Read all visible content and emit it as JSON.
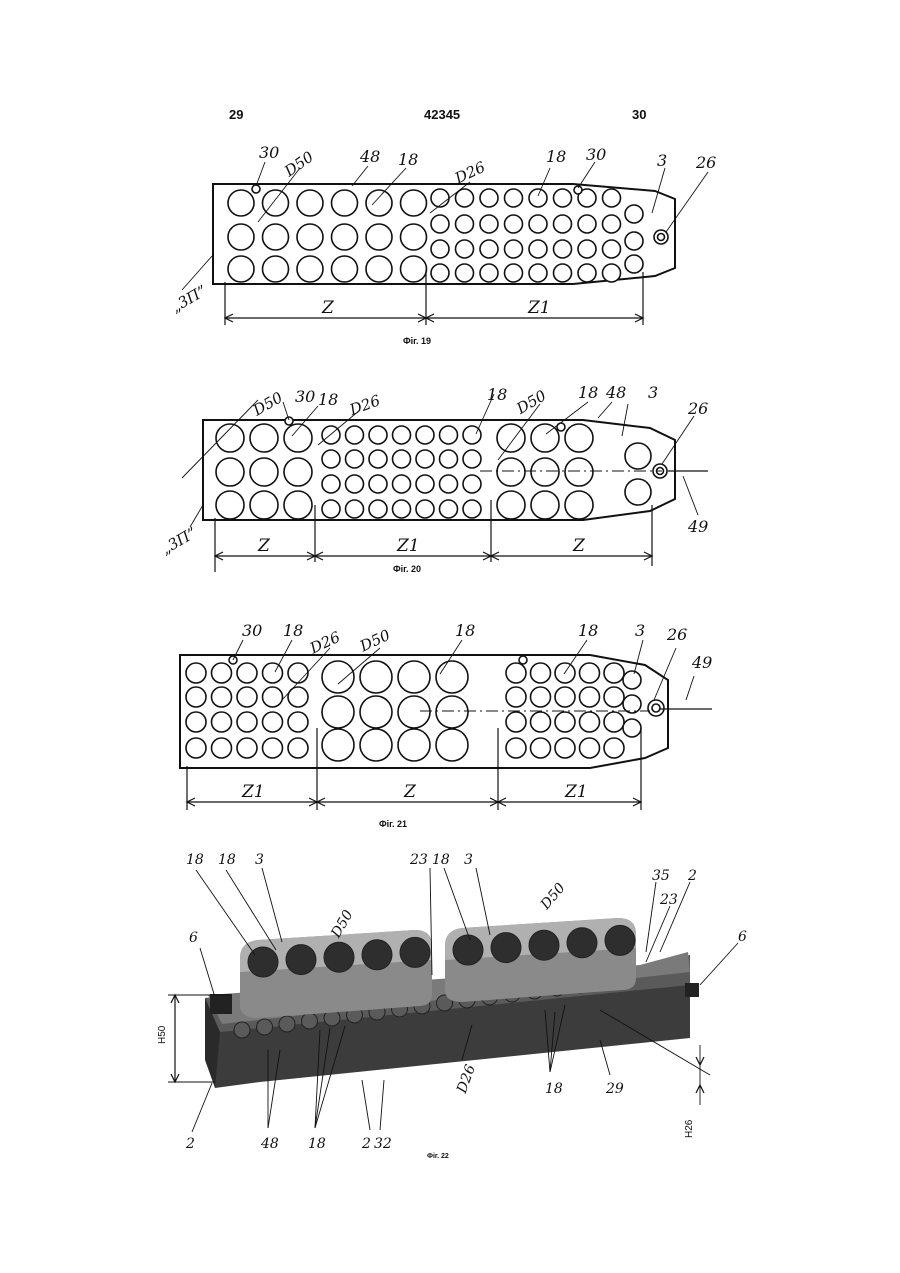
{
  "header": {
    "left": "29",
    "center": "42345",
    "right": "30"
  },
  "figures": [
    {
      "caption": "Фіг. 19",
      "labels": {
        "l30a": "30",
        "d50": "D50",
        "l48": "48",
        "l18a": "18",
        "d26": "D26",
        "l18b": "18",
        "l30b": "30",
        "l3": "3",
        "l26": "26",
        "l3p": "„3П”",
        "z": "Z",
        "z1": "Z1"
      }
    },
    {
      "caption": "Фіг. 20",
      "labels": {
        "d50a": "D50",
        "l30": "30",
        "l18a": "18",
        "d26": "D26",
        "l18b": "18",
        "d50b": "D50",
        "l18c": "18",
        "l48": "48",
        "l3": "3",
        "l26": "26",
        "l49": "49",
        "l3p": "„3П”",
        "z": "Z",
        "z1": "Z1",
        "z2": "Z"
      }
    },
    {
      "caption": "Фіг. 21",
      "labels": {
        "l30": "30",
        "l18a": "18",
        "d26": "D26",
        "d50": "D50",
        "l18b": "18",
        "l18c": "18",
        "l3": "3",
        "l26": "26",
        "l49": "49",
        "z1a": "Z1",
        "z": "Z",
        "z1b": "Z1"
      }
    },
    {
      "caption": "Фіг. 22",
      "labels": {
        "l18a": "18",
        "l18b": "18",
        "l3a": "3",
        "l23a": "23",
        "l18c": "18",
        "l3b": "3",
        "l35": "35",
        "l2a": "2",
        "l23b": "23",
        "d50a": "D50",
        "d50b": "D50",
        "l6a": "6",
        "l6b": "6",
        "h50": "H50",
        "d26": "D26",
        "l18d": "18",
        "l29": "29",
        "l2b": "2",
        "l48": "48",
        "l18e": "18",
        "l2c": "2",
        "l32": "32",
        "h26": "H26"
      }
    }
  ]
}
